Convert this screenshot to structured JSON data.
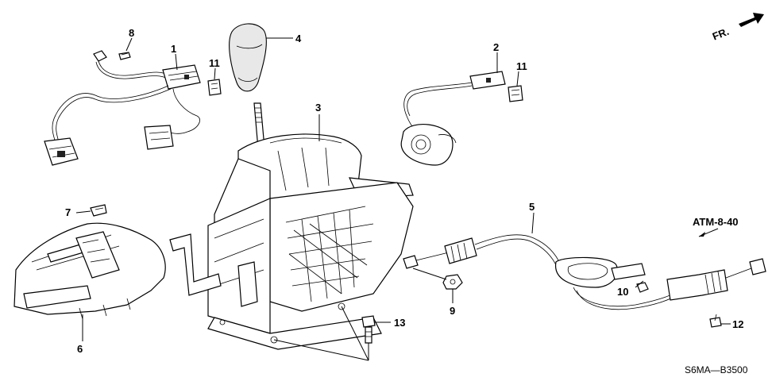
{
  "diagram": {
    "callouts": [
      "1",
      "2",
      "3",
      "4",
      "5",
      "6",
      "7",
      "8",
      "9",
      "10",
      "11",
      "11",
      "12",
      "13"
    ],
    "reference": "ATM-8-40",
    "direction": "FR.",
    "code": "S6MA—B3500"
  }
}
